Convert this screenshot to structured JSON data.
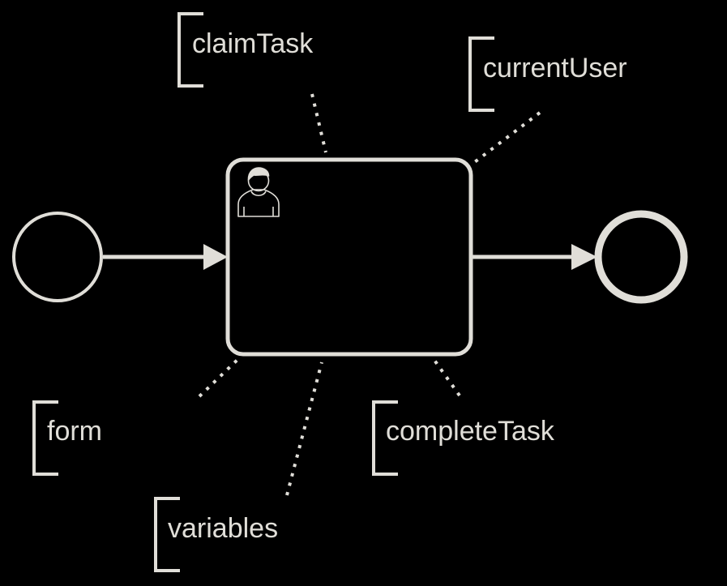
{
  "diagram": {
    "stroke_color": "#e0ded8",
    "background_color": "#000000",
    "start_event": {
      "label": ""
    },
    "user_task": {
      "label": "",
      "icon": "user-icon"
    },
    "end_event": {
      "label": ""
    },
    "annotations": {
      "claim_task": "claimTask",
      "current_user": "currentUser",
      "form": "form",
      "variables": "variables",
      "complete_task": "completeTask"
    }
  }
}
